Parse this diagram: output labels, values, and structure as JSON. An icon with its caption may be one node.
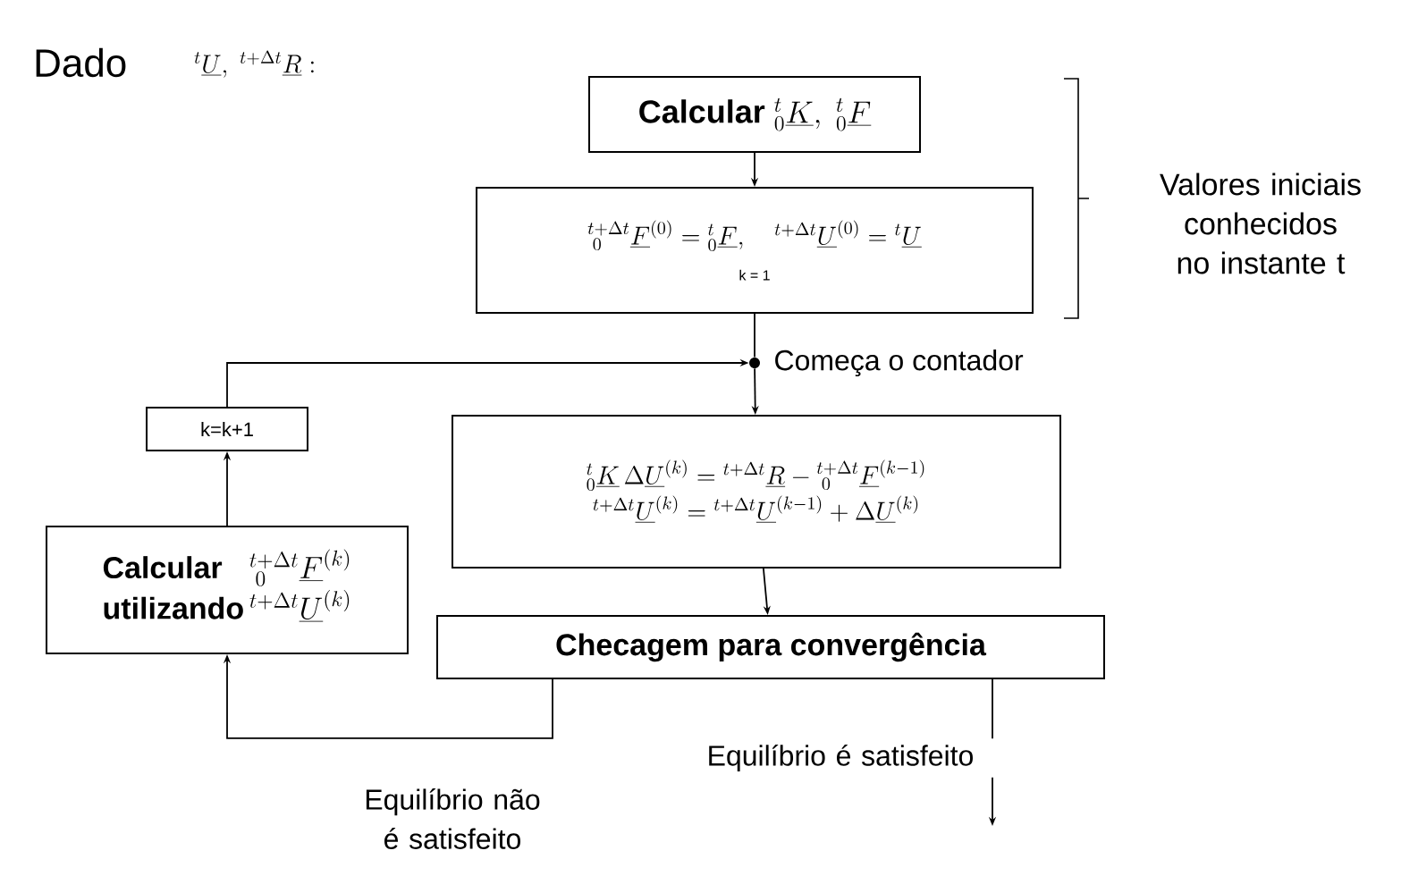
{
  "diagram": {
    "title": "Dado",
    "nodes": [
      {
        "text": [
          "Calcular",
          "{}^{t}_{0}\\underline{K},\\ {}^{t}_{0}\\underline{F}"
        ]
      },
      {
        "text": [
          "{}^{t+\\Delta t}_{\\;0}\\underline{F}^{(0)} = {}^{t}_{0}\\underline{F},\\quad {}^{t+\\Delta t}\\underline{U}^{(0)} = {}^{t}\\underline{U}",
          "k = 1"
        ]
      },
      {
        "text": [],
        "shape": "circle",
        "beside": [
          "Começa o contador"
        ]
      },
      {
        "text": [
          "k=k+1"
        ]
      },
      {
        "text": [
          "{}^{t}_{0}\\underline{K}\\,\\Delta\\underline{U}^{(k)} = {}^{t+\\Delta t}\\underline{R} - {}^{t+\\Delta t}_{\\;0}\\underline{F}^{(k-1)}",
          "{}^{t+\\Delta t}\\underline{U}^{(k)} = {}^{t+\\Delta t}\\underline{U}^{(k-1)} + \\Delta\\underline{U}^{(k)}"
        ]
      },
      {
        "text": [
          "Calcular",
          "{}^{t+\\Delta t}_{\\;0}\\underline{F}^{(k)}",
          "utilizando",
          "{}^{t+\\Delta t}\\underline{U}^{(k)}"
        ]
      },
      {
        "text": [
          "Checagem para convergência"
        ]
      }
    ],
    "edges": [
      {
        "from": 0,
        "to": 1,
        "arrow": "to"
      },
      {
        "from": 1,
        "to": 2,
        "arrow": "none"
      },
      {
        "from": 2,
        "to": 4,
        "arrow": "to"
      },
      {
        "from": 3,
        "to": 2,
        "arrow": "to"
      },
      {
        "from": 5,
        "to": 3,
        "arrow": "to"
      },
      {
        "from": 4,
        "to": 6,
        "arrow": "to"
      },
      {
        "from": 6,
        "to": 5,
        "arrow": "to",
        "label": "Equilíbrio não é satisfeito"
      },
      {
        "from": 6,
        "to": null,
        "arrow": "to",
        "label": "Equilíbrio é satisfeito"
      }
    ],
    "labels": [
      "{}^{t}\\underline{U},\\ {}^{t+\\Delta t}\\underline{R}:",
      "Valores iniciais conhecidos no instante t"
    ]
  }
}
